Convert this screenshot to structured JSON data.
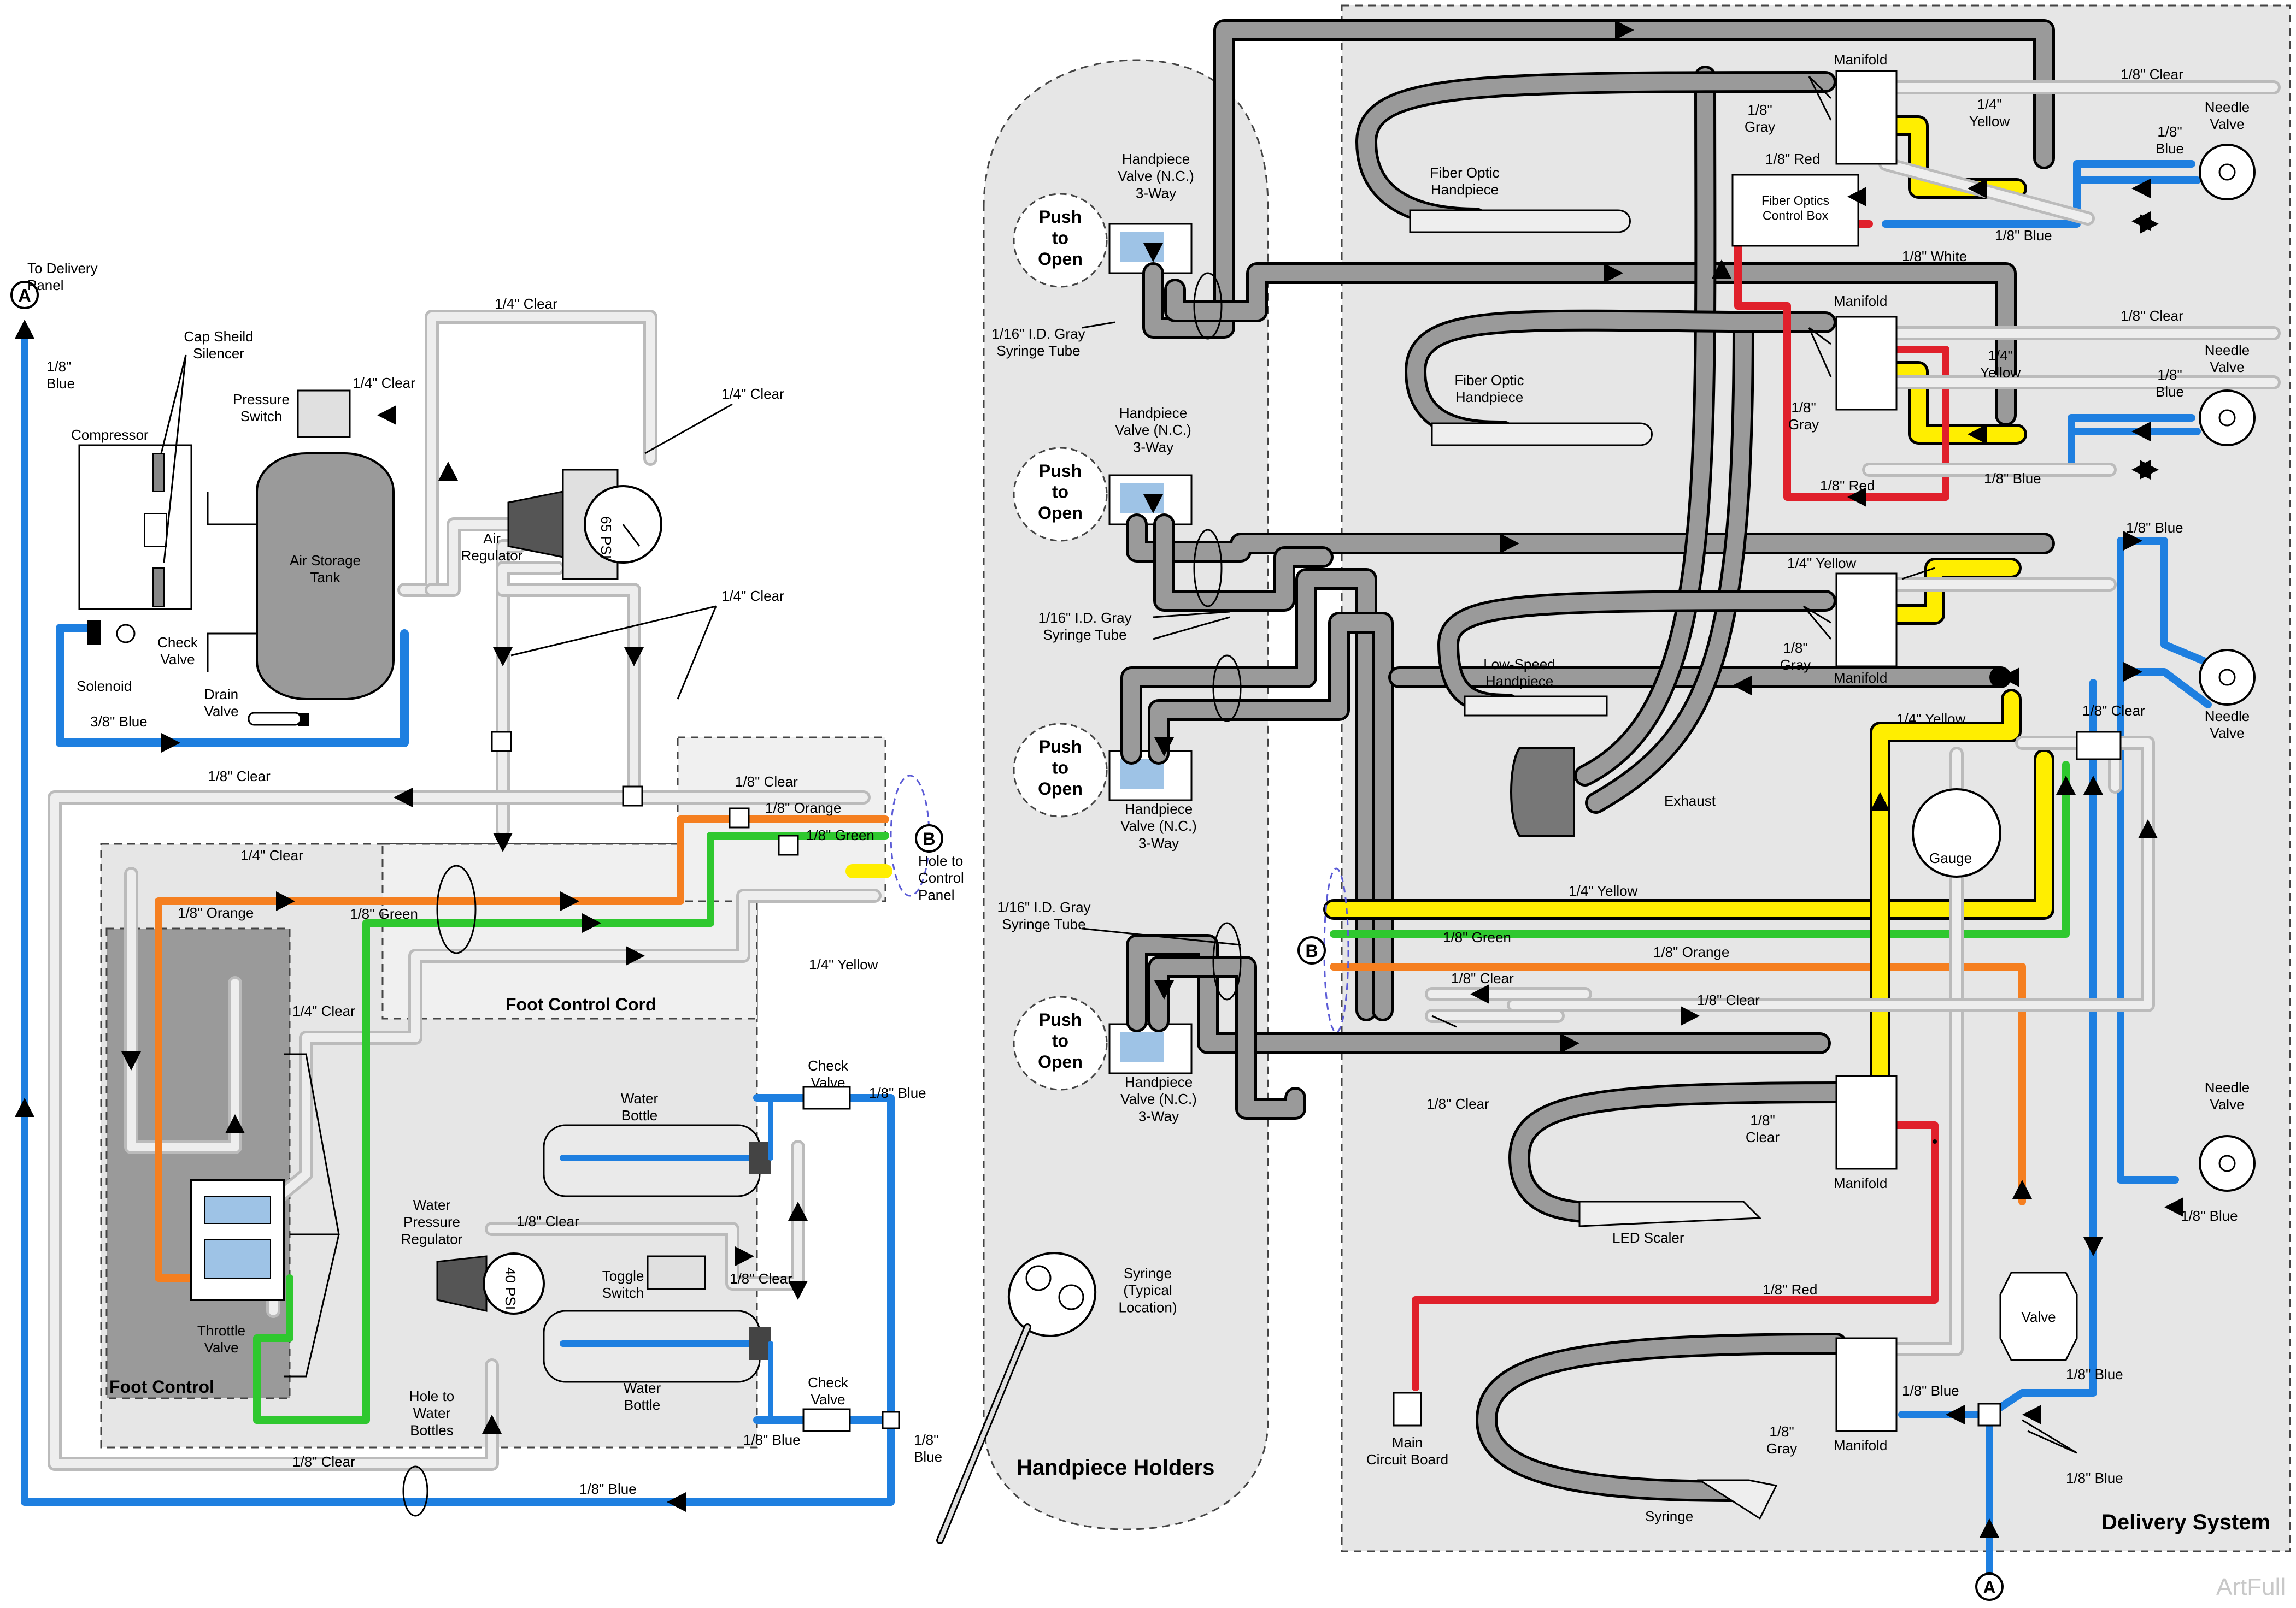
{
  "colors": {
    "blue": "#1e7fe0",
    "orange": "#f57f20",
    "green": "#2fc82f",
    "yellow": "#ffee00",
    "red": "#e0202b",
    "gray": "#9a9a9a",
    "clear": "#d8d8d8"
  },
  "left": {
    "to_delivery_panel": "To Delivery\nPanel",
    "marker_a": "A",
    "blue_1_8": "1/8\"\nBlue",
    "cap_shield_silencer": "Cap Sheild\nSilencer",
    "compressor": "Compressor",
    "pressure_switch": "Pressure\nSwitch",
    "air_storage_tank": "Air Storage\nTank",
    "check_valve": "Check\nValve",
    "solenoid": "Solenoid",
    "drain_valve": "Drain\nValve",
    "blue_3_8": "3/8\" Blue",
    "clear_1_4_a": "1/4\" Clear",
    "clear_1_4_b": "1/4\" Clear",
    "clear_1_4_c": "1/4\" Clear",
    "clear_1_4_d": "1/4\" Clear",
    "air_regulator": "Air\nRegulator",
    "gauge_65": "65 PSI",
    "clear_1_8_a": "1/8\" Clear",
    "clear_1_8_b": "1/8\" Clear",
    "orange_1_8_a": "1/8\" Orange",
    "green_1_8_a": "1/8\" Green",
    "marker_b": "B",
    "hole_control_panel": "Hole to\nControl\nPanel",
    "yellow_1_4": "1/4\" Yellow",
    "clear_1_4_e": "1/4\" Clear",
    "orange_1_8_b": "1/8\" Orange",
    "green_1_8_b": "1/8\" Green",
    "foot_control_cord": "Foot Control Cord",
    "clear_1_4_f": "1/4\" Clear",
    "throttle_valve": "Throttle\nValve",
    "foot_control": "Foot Control",
    "water_bottle_1": "Water\nBottle",
    "water_bottle_2": "Water\nBottle",
    "check_valve_2": "Check\nValve",
    "check_valve_3": "Check\nValve",
    "blue_1_8_b": "1/8\" Blue",
    "blue_1_8_c": "1/8\" Blue",
    "blue_1_8_d": "1/8\"\nBlue",
    "blue_1_8_e": "1/8\" Blue",
    "water_pressure_regulator": "Water\nPressure\nRegulator",
    "gauge_40": "40 PSI",
    "clear_1_8_c": "1/8\" Clear",
    "clear_1_8_d": "1/8\" Clear",
    "toggle_switch": "Toggle\nSwitch",
    "hole_water_bottles": "Hole to\nWater\nBottles",
    "clear_1_8_e": "1/8\" Clear"
  },
  "middle": {
    "push_to_open": "Push\nto\nOpen",
    "handpiece_valve_top": "Handpiece\nValve (N.C.)\n3-Way",
    "syringe_tube": "1/16\" I.D. Gray\nSyringe Tube",
    "handpiece_valve_bottom": "Handpiece\nValve (N.C.)\n3-Way",
    "syringe_typical": "Syringe\n(Typical\nLocation)",
    "handpiece_holders": "Handpiece Holders"
  },
  "right": {
    "manifold": "Manifold",
    "clear_1_8": "1/8\" Clear",
    "gray_1_8": "1/8\"\nGray",
    "red_1_8": "1/8\" Red",
    "yellow_1_4": "1/4\"\nYellow",
    "yellow_1_4_inline": "1/4\" Yellow",
    "blue_1_8": "1/8\"\nBlue",
    "blue_1_8_inline": "1/8\" Blue",
    "white_1_8": "1/8\" White",
    "needle_valve": "Needle\nValve",
    "fiber_optic_handpiece": "Fiber Optic\nHandpiece",
    "fiber_optics_control_box": "Fiber Optics\nControl Box",
    "low_speed_handpiece": "Low-Speed\nHandpiece",
    "exhaust": "Exhaust",
    "gauge": "Gauge",
    "green_1_8": "1/8\" Green",
    "orange_1_8": "1/8\" Orange",
    "led_scaler": "LED Scaler",
    "clear_1_8_stack": "1/8\"\nClear",
    "valve": "Valve",
    "main_circuit_board": "Main\nCircuit Board",
    "syringe": "Syringe",
    "delivery_system": "Delivery System",
    "marker_a": "A",
    "marker_b": "B"
  },
  "watermark": "ArtFull"
}
